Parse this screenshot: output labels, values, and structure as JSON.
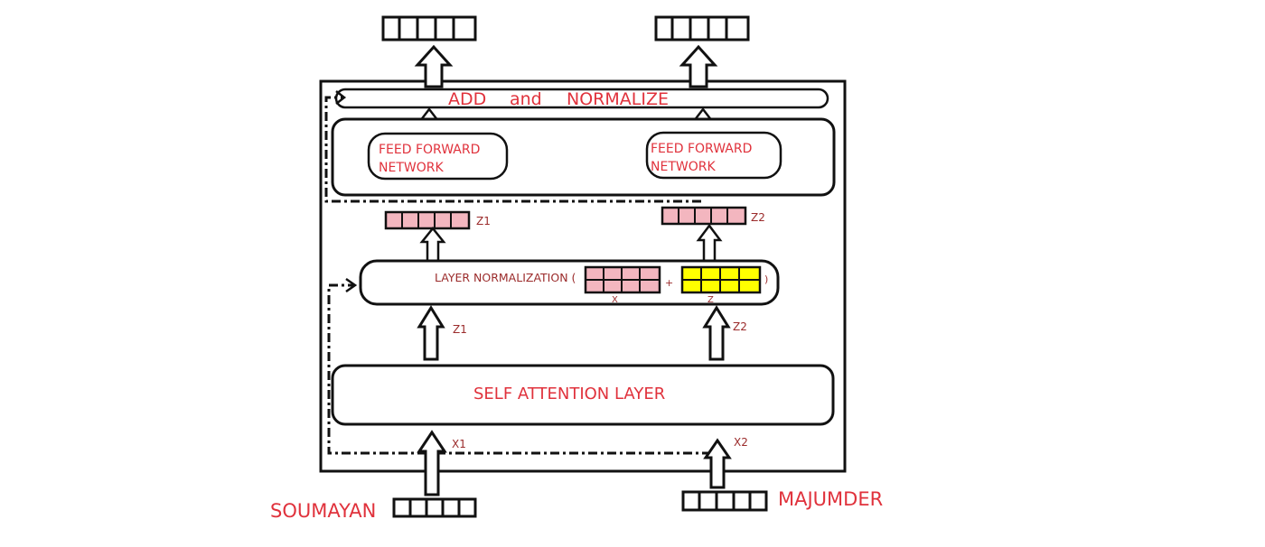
{
  "input_words": {
    "left": "SOUMAYAN",
    "right": "MAJUMDER"
  },
  "labels": {
    "x1": "X1",
    "x2": "X2",
    "z1_in": "Z1",
    "z2_in": "Z2",
    "z1_out": "Z1",
    "z2_out": "Z2"
  },
  "blocks": {
    "self_attention": "SELF ATTENTION LAYER",
    "layer_norm_prefix": "LAYER NORMALIZATION (",
    "layer_norm_plus": "+",
    "layer_norm_suffix": ")",
    "layer_norm_x": "X",
    "layer_norm_z": "Z",
    "ffn_left_line1": "FEED FORWARD",
    "ffn_left_line2": "NETWORK",
    "ffn_right_line1": "FEED FORWARD",
    "ffn_right_line2": "NETWORK",
    "add_normalize_1": "ADD",
    "add_normalize_2": "and",
    "add_normalize_3": "NORMALIZE"
  },
  "colors": {
    "text_red": "#e0323c",
    "text_maroon": "#9b2b2b",
    "pink_cell": "#f3b6bf",
    "yellow_cell": "#ffff00",
    "stroke": "#111111"
  }
}
